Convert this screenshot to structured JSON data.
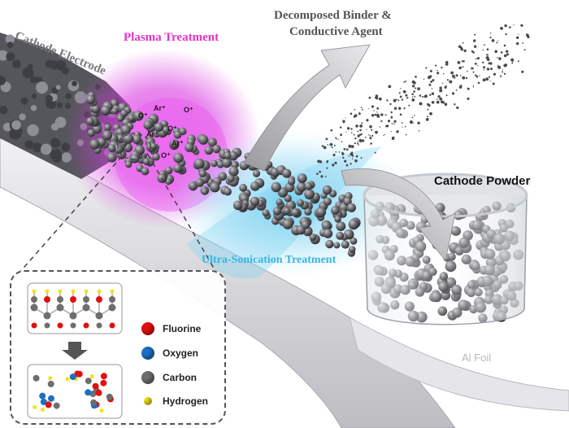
{
  "labels": {
    "cathode_electrode": "Cathode Electrode",
    "plasma_treatment": "Plasma Treatment",
    "decomposed_line1": "Decomposed Binder &",
    "decomposed_line2": "Conductive Agent",
    "cathode_powder": "Cathode Powder",
    "ultra_sonication": "Ultra-Sonication Treatment",
    "al_foil": "Al Foil"
  },
  "ions": [
    "O⁺",
    "Ar⁺",
    "O⁺",
    "Ar⁺",
    "O⁺",
    "Ar⁺",
    "O⁺"
  ],
  "legend": [
    {
      "label": "Fluorine",
      "color": "#e01010"
    },
    {
      "label": "Oxygen",
      "color": "#1c6fc4"
    },
    {
      "label": "Carbon",
      "color": "#6e6e6e"
    },
    {
      "label": "Hydrogen",
      "color": "#f2e21a"
    }
  ],
  "colors": {
    "plasma": "#e040e8",
    "plasma_label": "#e632c8",
    "ultrasonic": "#38b6e0",
    "particle": "#6b6b70",
    "foil": "#d9d9dc"
  }
}
